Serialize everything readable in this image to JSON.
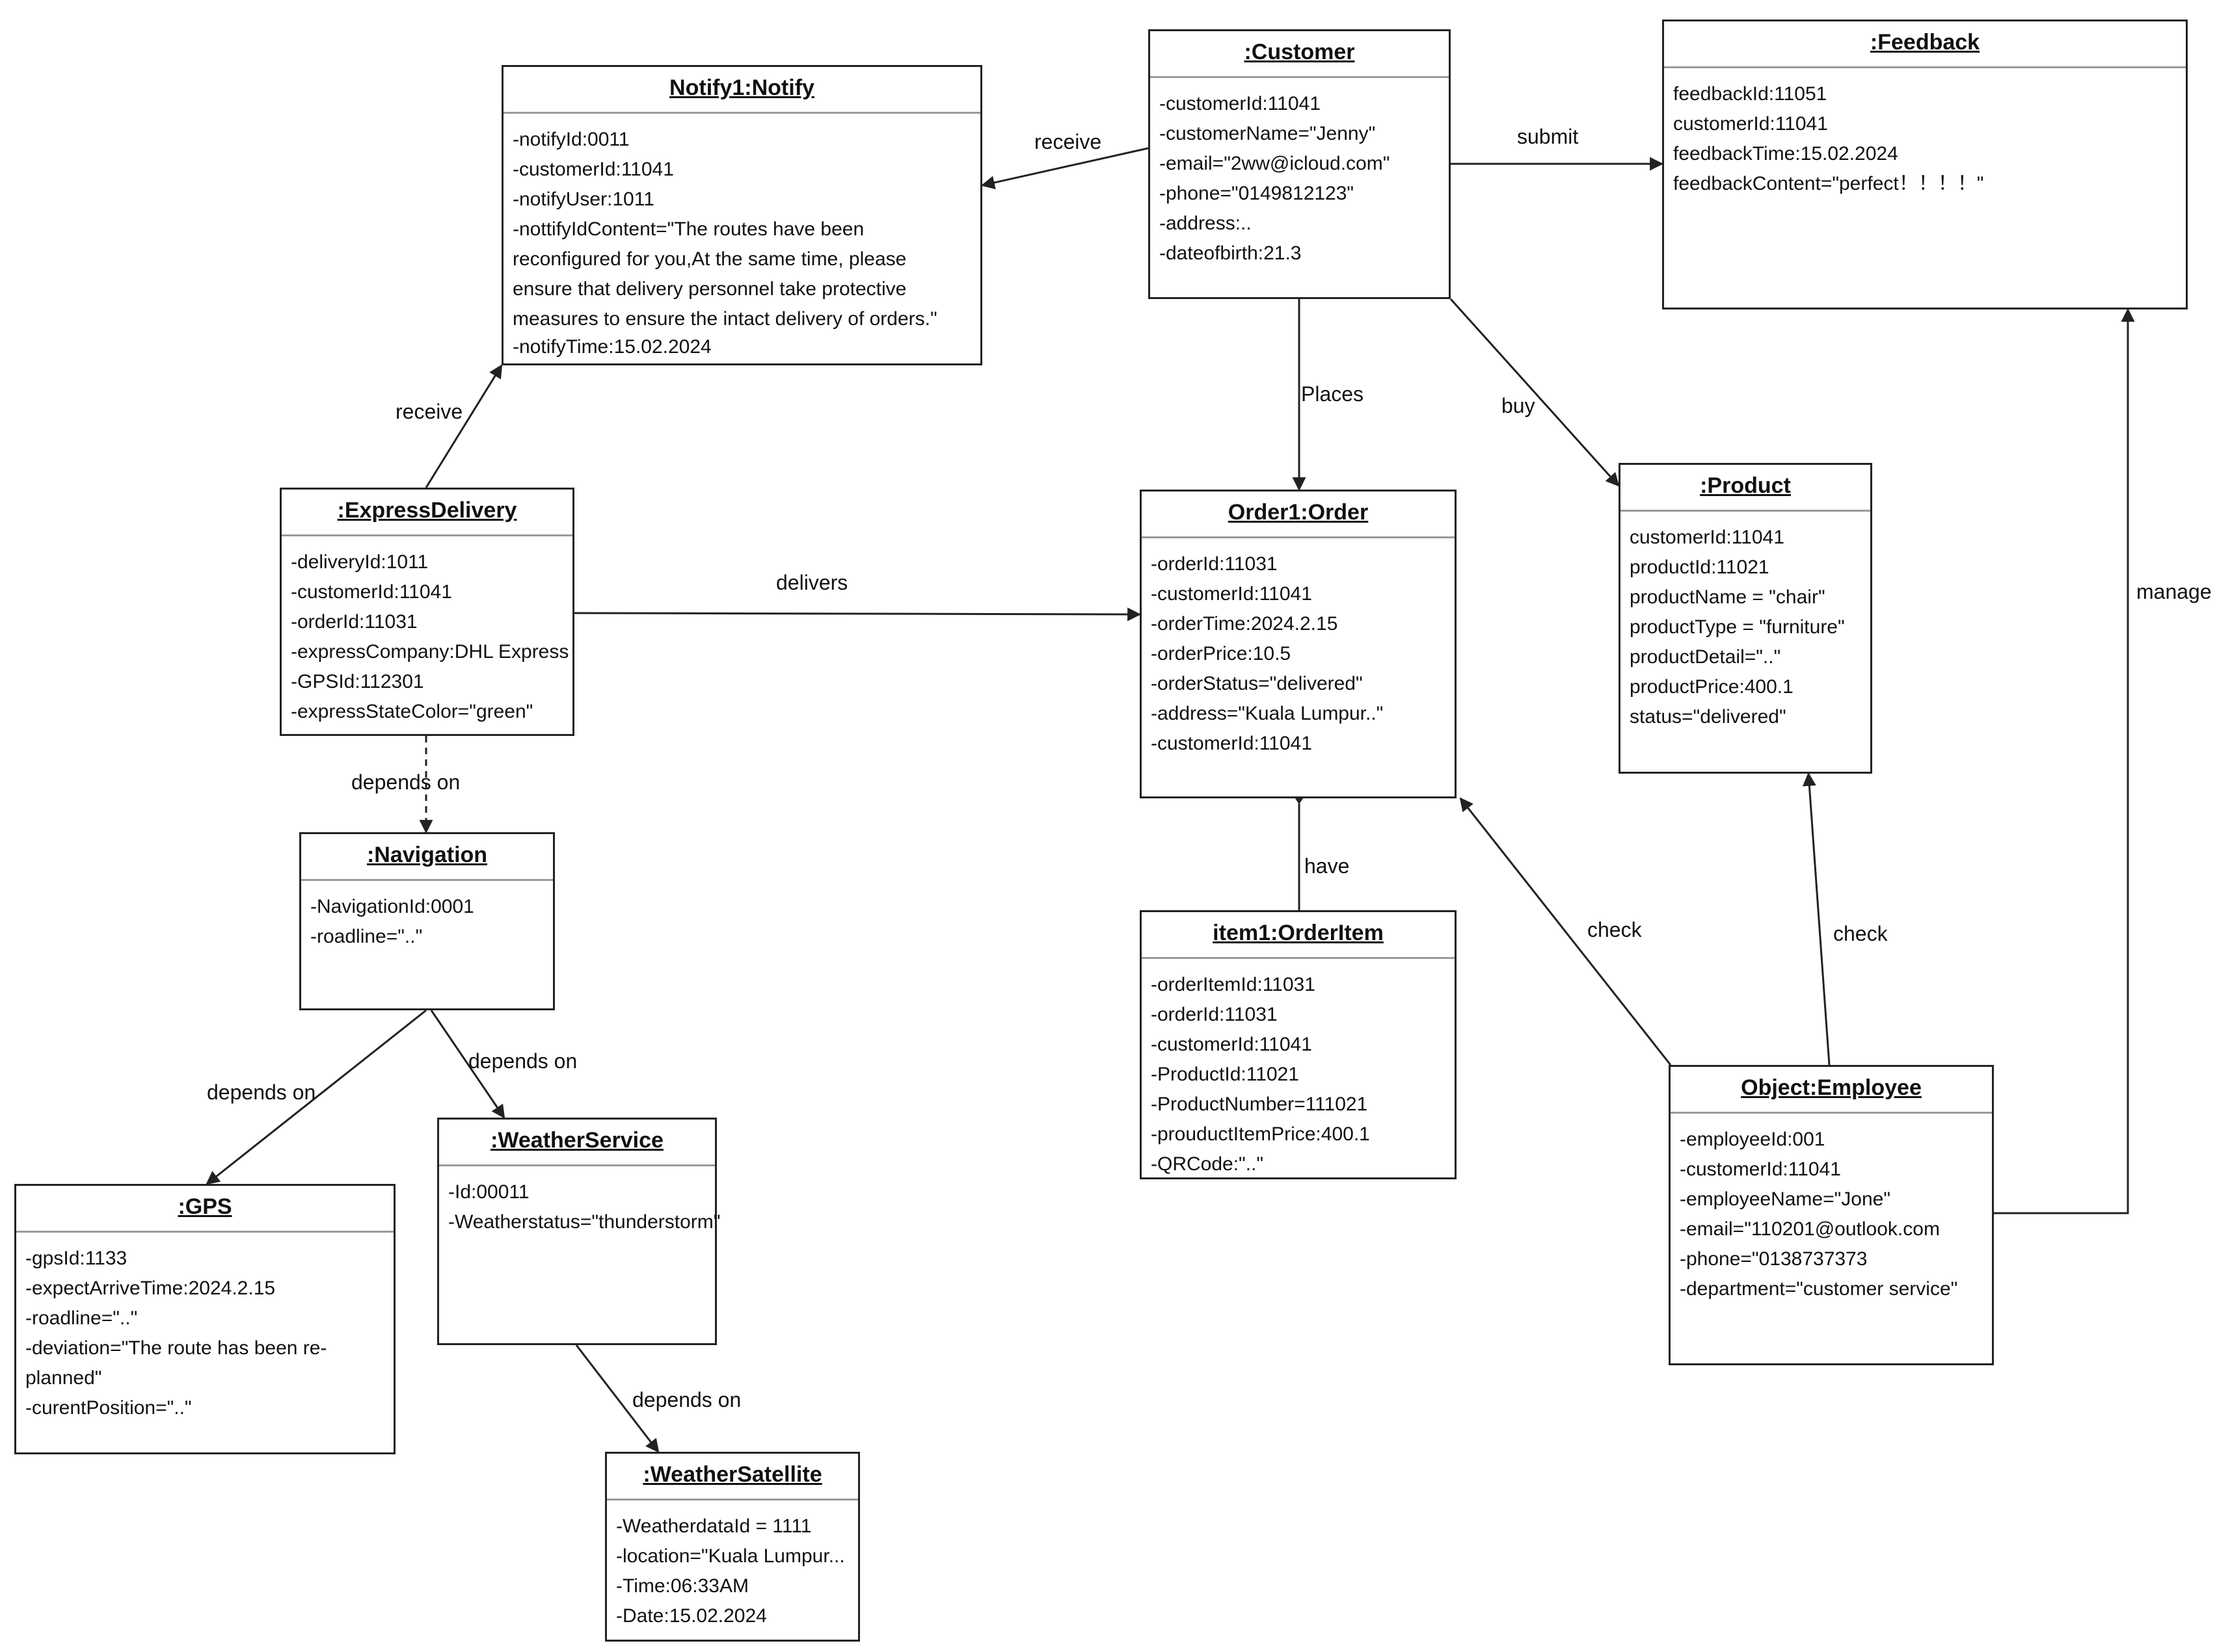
{
  "objects": {
    "notify": {
      "title": "Notify1:Notify",
      "attrs": [
        "-notifyId:0011",
        "-customerId:11041",
        "-notifyUser:1011",
        "-nottifyIdContent=\"The routes have been reconfigured for you,At the same time, please ensure that delivery personnel take protective measures to ensure the intact delivery of orders.\"",
        "-notifyTime:15.02.2024"
      ]
    },
    "customer": {
      "title": ":Customer",
      "attrs": [
        "-customerId:11041",
        "-customerName=\"Jenny\"",
        "-email=\"2ww@icloud.com\"",
        "-phone=\"0149812123\"",
        "-address:..",
        "-dateofbirth:21.3"
      ]
    },
    "feedback": {
      "title": ":Feedback",
      "attrs": [
        "feedbackId:11051",
        "customerId:11041",
        "feedbackTime:15.02.2024",
        "feedbackContent=\"perfect！！！！\""
      ]
    },
    "express": {
      "title": ":ExpressDelivery",
      "attrs": [
        "-deliveryId:1011",
        "-customerId:11041",
        "-orderId:11031",
        "-expressCompany:DHL Express",
        "-GPSId:112301",
        "-expressStateColor=\"green\""
      ]
    },
    "order": {
      "title": "Order1:Order",
      "attrs": [
        "-orderId:11031",
        "-customerId:11041",
        "-orderTime:2024.2.15",
        "-orderPrice:10.5",
        "-orderStatus=\"delivered\"",
        "-address=\"Kuala Lumpur..\"",
        "-customerId:11041"
      ]
    },
    "product": {
      "title": ":Product",
      "attrs": [
        "customerId:11041",
        "productId:11021",
        "productName = \"chair\"",
        "productType = \"furniture\"",
        "productDetail=\"..\"",
        "productPrice:400.1",
        "status=\"delivered\""
      ]
    },
    "navigation": {
      "title": ":Navigation",
      "attrs": [
        "-NavigationId:0001",
        "-roadline=\"..\""
      ]
    },
    "orderitem": {
      "title": "item1:OrderItem",
      "attrs": [
        "-orderItemId:11031",
        "-orderId:11031",
        "-customerId:11041",
        "-ProductId:11021",
        "-ProductNumber=111021",
        "-prouductItemPrice:400.1",
        "-QRCode:\"..\""
      ]
    },
    "employee": {
      "title": "Object:Employee",
      "attrs": [
        "-employeeId:001",
        "-customerId:11041",
        "-employeeName=\"Jone\"",
        "-email=\"110201@outlook.com",
        "-phone=\"0138737373",
        "-department=\"customer service\""
      ]
    },
    "gps": {
      "title": ":GPS",
      "attrs": [
        "-gpsId:1133",
        "-expectArriveTime:2024.2.15",
        "-roadline=\"..\"",
        "-deviation=\"The route has been re-planned\"",
        "-curentPosition=\"..\""
      ]
    },
    "weatherservice": {
      "title": ":WeatherService",
      "attrs": [
        "-Id:00011",
        "-Weatherstatus=\"thunderstorm\""
      ]
    },
    "weathersatellite": {
      "title": ":WeatherSatellite",
      "attrs": [
        "-WeatherdataId = 1111",
        "-location=\"Kuala Lumpur...",
        "-Time:06:33AM",
        "-Date:15.02.2024"
      ]
    }
  },
  "links": {
    "receive_customer": "receive",
    "submit": "submit",
    "receive_express": "receive",
    "places": "Places",
    "buy": "buy",
    "delivers": "delivers",
    "manage": "manage",
    "depends_on_nav": "depends on",
    "have": "have",
    "check_order": "check",
    "check_product": "check",
    "depends_on_gps": "depends on",
    "depends_on_weather": "depends on",
    "depends_on_satellite": "depends on"
  }
}
